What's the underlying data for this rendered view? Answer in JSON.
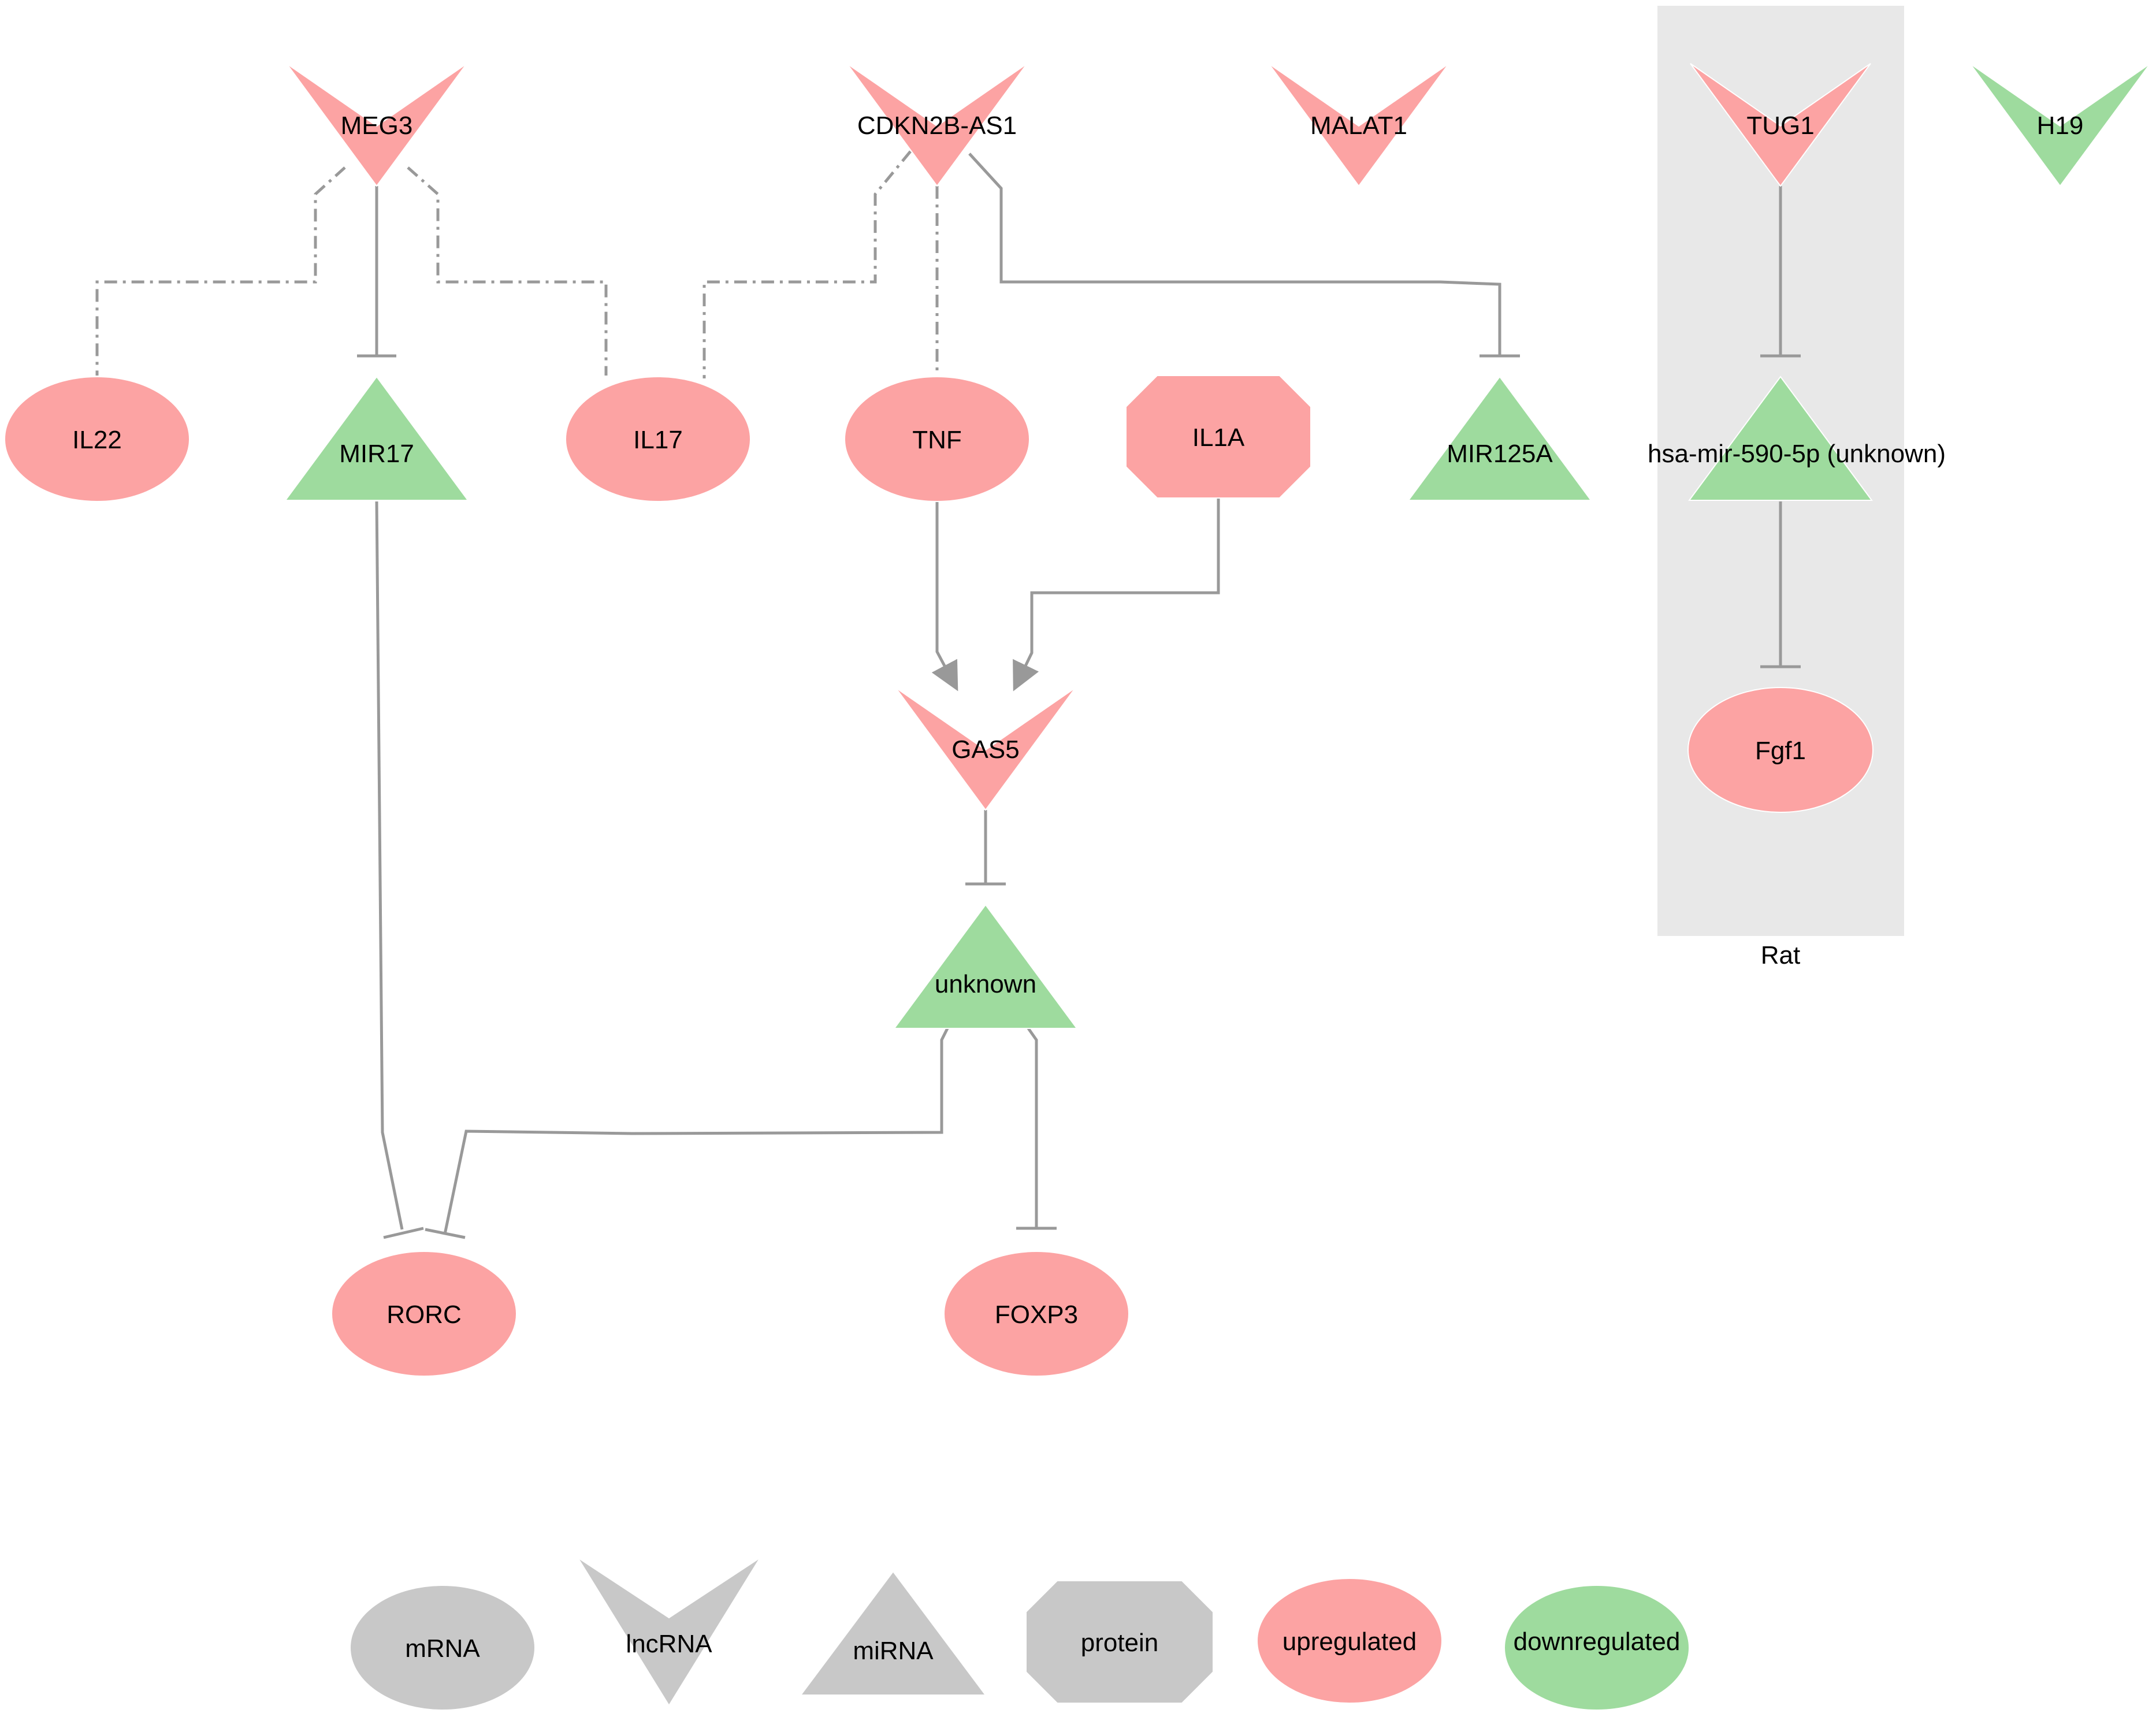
{
  "colors": {
    "upregulated": "#FCA3A3",
    "downregulated": "#9EDB9E",
    "neutral": "#C8C8C8",
    "edge": "#999999",
    "group_bg": "#E8E8E8"
  },
  "group": {
    "label": "Rat"
  },
  "nodes": {
    "meg3": {
      "label": "MEG3",
      "shape": "lncRNA",
      "status": "upregulated"
    },
    "cdkn2b_as1": {
      "label": "CDKN2B-AS1",
      "shape": "lncRNA",
      "status": "upregulated"
    },
    "malat1": {
      "label": "MALAT1",
      "shape": "lncRNA",
      "status": "upregulated"
    },
    "tug1": {
      "label": "TUG1",
      "shape": "lncRNA",
      "status": "upregulated"
    },
    "h19": {
      "label": "H19",
      "shape": "lncRNA",
      "status": "downregulated"
    },
    "il22": {
      "label": "IL22",
      "shape": "mRNA",
      "status": "upregulated"
    },
    "mir17": {
      "label": "MIR17",
      "shape": "miRNA",
      "status": "downregulated"
    },
    "il17": {
      "label": "IL17",
      "shape": "mRNA",
      "status": "upregulated"
    },
    "tnf": {
      "label": "TNF",
      "shape": "mRNA",
      "status": "upregulated"
    },
    "il1a": {
      "label": "IL1A",
      "shape": "protein",
      "status": "upregulated"
    },
    "mir125a": {
      "label": "MIR125A",
      "shape": "miRNA",
      "status": "downregulated"
    },
    "mir590": {
      "label": "hsa-mir-590-5p (unknown)",
      "shape": "miRNA",
      "status": "downregulated"
    },
    "gas5": {
      "label": "GAS5",
      "shape": "lncRNA",
      "status": "upregulated"
    },
    "fgf1": {
      "label": "Fgf1",
      "shape": "mRNA",
      "status": "upregulated"
    },
    "unknown": {
      "label": "unknown",
      "shape": "miRNA",
      "status": "downregulated"
    },
    "rorc": {
      "label": "RORC",
      "shape": "mRNA",
      "status": "upregulated"
    },
    "foxp3": {
      "label": "FOXP3",
      "shape": "mRNA",
      "status": "upregulated"
    }
  },
  "edges": [
    {
      "source": "MEG3",
      "target": "IL22",
      "type": "association"
    },
    {
      "source": "MEG3",
      "target": "MIR17",
      "type": "inhibition"
    },
    {
      "source": "MEG3",
      "target": "IL17",
      "type": "association"
    },
    {
      "source": "CDKN2B-AS1",
      "target": "IL17",
      "type": "association"
    },
    {
      "source": "CDKN2B-AS1",
      "target": "TNF",
      "type": "association"
    },
    {
      "source": "CDKN2B-AS1",
      "target": "MIR125A",
      "type": "inhibition"
    },
    {
      "source": "TUG1",
      "target": "hsa-mir-590-5p (unknown)",
      "type": "inhibition"
    },
    {
      "source": "hsa-mir-590-5p (unknown)",
      "target": "Fgf1",
      "type": "inhibition"
    },
    {
      "source": "TNF",
      "target": "GAS5",
      "type": "activation"
    },
    {
      "source": "IL1A",
      "target": "GAS5",
      "type": "activation"
    },
    {
      "source": "GAS5",
      "target": "unknown",
      "type": "inhibition"
    },
    {
      "source": "MIR17",
      "target": "RORC",
      "type": "inhibition"
    },
    {
      "source": "unknown",
      "target": "RORC",
      "type": "inhibition"
    },
    {
      "source": "unknown",
      "target": "FOXP3",
      "type": "inhibition"
    }
  ],
  "legend": {
    "mrna": {
      "label": "mRNA",
      "shape": "mRNA"
    },
    "lncrna": {
      "label": "lncRNA",
      "shape": "lncRNA"
    },
    "mirna": {
      "label": "miRNA",
      "shape": "miRNA"
    },
    "protein": {
      "label": "protein",
      "shape": "protein"
    },
    "upregulated": {
      "label": "upregulated",
      "shape": "mRNA",
      "status": "upregulated"
    },
    "downregulated": {
      "label": "downregulated",
      "shape": "mRNA",
      "status": "downregulated"
    }
  }
}
